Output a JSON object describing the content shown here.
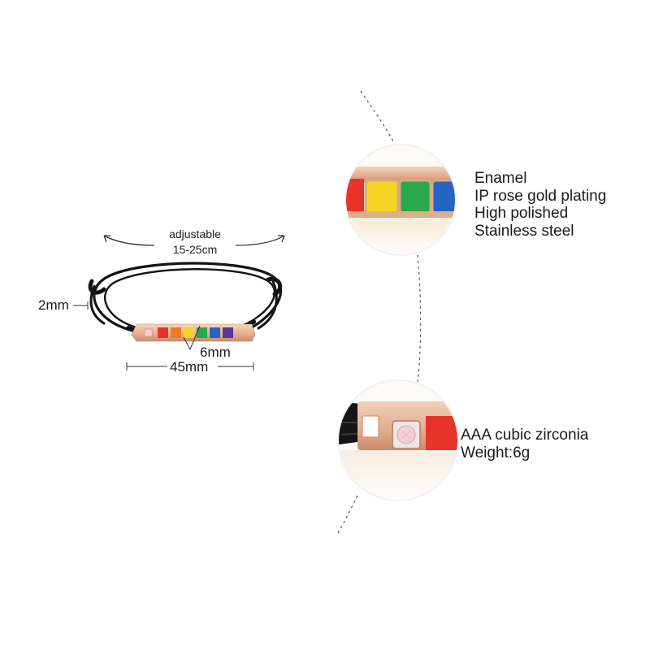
{
  "dimensions": {
    "adjustable_label": "adjustable",
    "size_range": "15-25cm",
    "cord_thickness": "2mm",
    "bar_height": "6mm",
    "bar_length": "45mm"
  },
  "detail_top": {
    "features": [
      "Enamel",
      "IP rose gold plating",
      "High polished",
      "Stainless steel"
    ]
  },
  "detail_bottom": {
    "features": [
      "AAA cubic zirconia",
      "Weight:6g"
    ]
  },
  "colors": {
    "rose_gold": "#e8b89a",
    "cord": "#141414",
    "enamel": [
      "#e8332a",
      "#f07a1c",
      "#f6d323",
      "#2aa84a",
      "#2266c4",
      "#5a3a9c"
    ],
    "stone": "#f2cfd8"
  }
}
